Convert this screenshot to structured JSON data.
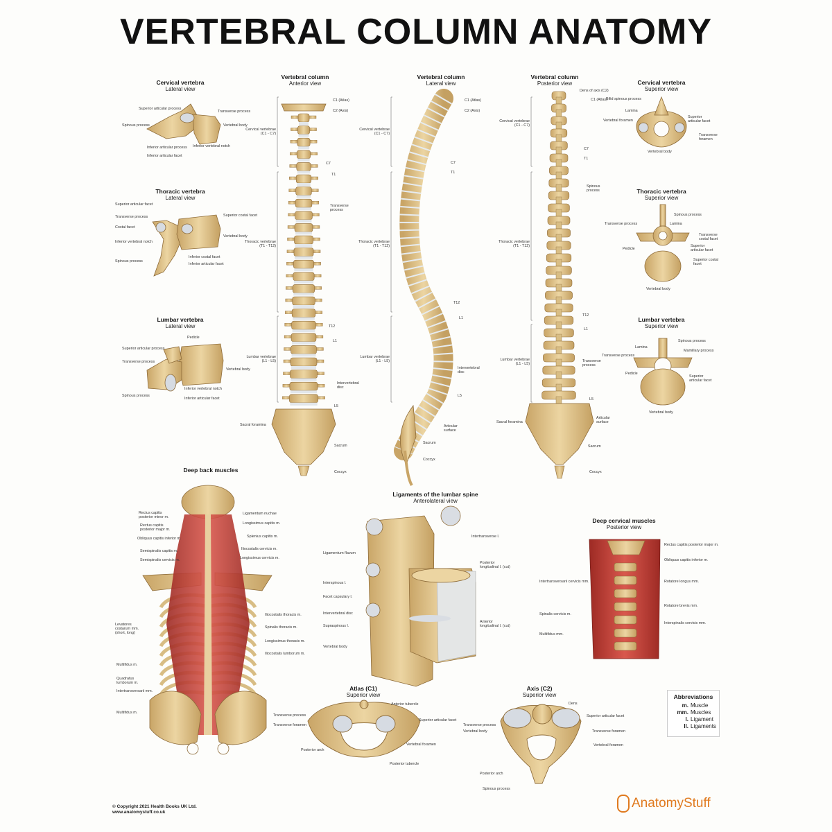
{
  "title": "VERTEBRAL COLUMN ANATOMY",
  "panels": {
    "cervical_lat": {
      "t": "Cervical vertebra",
      "s": "Lateral view"
    },
    "thoracic_lat": {
      "t": "Thoracic vertebra",
      "s": "Lateral view"
    },
    "lumbar_lat": {
      "t": "Lumbar vertebra",
      "s": "Lateral view"
    },
    "col_ant": {
      "t": "Vertebral column",
      "s": "Anterior view"
    },
    "col_lat": {
      "t": "Vertebral column",
      "s": "Lateral view"
    },
    "col_post": {
      "t": "Vertebral column",
      "s": "Posterior view"
    },
    "cervical_sup": {
      "t": "Cervical vertebra",
      "s": "Superior view"
    },
    "thoracic_sup": {
      "t": "Thoracic vertebra",
      "s": "Superior view"
    },
    "lumbar_sup": {
      "t": "Lumbar vertebra",
      "s": "Superior view"
    },
    "deep_back": {
      "t": "Deep back muscles",
      "s": ""
    },
    "ligaments": {
      "t": "Ligaments of the lumbar spine",
      "s": "Anterolateral view"
    },
    "deep_cervical": {
      "t": "Deep cervical muscles",
      "s": "Posterior view"
    },
    "atlas": {
      "t": "Atlas (C1)",
      "s": "Superior view"
    },
    "axis": {
      "t": "Axis (C2)",
      "s": "Superior view"
    }
  },
  "labels": {
    "cl": [
      "Superior articular process",
      "Transverse process",
      "Spinous process",
      "Vertebral body",
      "Inferior vertebral notch",
      "Inferior articular process",
      "Inferior articular facet"
    ],
    "tl": [
      "Superior articular facet",
      "Superior costal facet",
      "Transverse process",
      "Costal facet",
      "Vertebral body",
      "Inferior vertebral notch",
      "Inferior costal facet",
      "Spinous process",
      "Inferior articular facet"
    ],
    "ll": [
      "Pedicle",
      "Superior articular process",
      "Transverse process",
      "Vertebral body",
      "Inferior vertebral notch",
      "Spinous process",
      "Inferior articular facet"
    ],
    "ca": [
      "C1 (Atlas)",
      "C2 (Axis)",
      "Cervical vertebrae (C1 - C7)",
      "C7",
      "T1",
      "Transverse process",
      "Thoracic vertebrae (T1 - T12)",
      "T12",
      "L1",
      "Lumbar vertebrae (L1 - L5)",
      "Intervertebral disc",
      "L5",
      "Sacral foramina",
      "Sacrum",
      "Coccyx"
    ],
    "cla": [
      "C1 (Atlas)",
      "C2 (Axis)",
      "Cervical vertebrae (C1 - C7)",
      "C7",
      "T1",
      "Thoracic vertebrae (T1 - T12)",
      "T12",
      "L1",
      "Lumbar vertebrae (L1 - L5)",
      "Intervertebral disc",
      "L5",
      "Articular surface",
      "Sacrum",
      "Coccyx"
    ],
    "cp": [
      "Dens of axis (C2)",
      "C1 (Atlas)",
      "Cervical vertebrae (C1 - C7)",
      "C7",
      "T1",
      "Spinous process",
      "Thoracic vertebrae (T1 - T12)",
      "T12",
      "L1",
      "Lumbar vertebrae (L1 - L5)",
      "Transverse process",
      "L5",
      "Sacral foramina",
      "Articular surface",
      "Sacrum",
      "Coccyx"
    ],
    "cs": [
      "Bifid spinous process",
      "Lamina",
      "Superior articular facet",
      "Vertebral foramen",
      "Transverse foramen",
      "Vertebral body"
    ],
    "ts": [
      "Spinous process",
      "Transverse process",
      "Lamina",
      "Transverse costal facet",
      "Pedicle",
      "Superior articular facet",
      "Superior costal facet",
      "Vertebral body"
    ],
    "ls": [
      "Spinous process",
      "Lamina",
      "Mamillary process",
      "Transverse process",
      "Pedicle",
      "Superior articular facet",
      "Vertebral body"
    ],
    "db": [
      "Rectus capitis posterior minor m.",
      "Ligamentum nuchae",
      "Rectus capitis posterior major m.",
      "Longissimus capitis m.",
      "Obliquus capitis inferior m.",
      "Splenius capitis m.",
      "Semispinalis capitis m.",
      "Iliocostalis cervicis m.",
      "Semispinalis cervicis m.",
      "Longissimus cervicis m.",
      "Iliocostalis thoracis m.",
      "Levatores costarum mm. (short, long)",
      "Spinalis thoracis m.",
      "Longissimus thoracis m.",
      "Iliocostalis lumborum m.",
      "Multifidus m.",
      "Quadratus lumborum m.",
      "Intertransversarii mm.",
      "Multifidus m."
    ],
    "lg": [
      "Intertransverse l.",
      "Ligamentum flavum",
      "Posterior longitudinal l. (cut)",
      "Interspinous l.",
      "Facet capsulary l.",
      "Intervertebral disc",
      "Anterior longitudinal l. (cut)",
      "Supraspinous l.",
      "Vertebral body"
    ],
    "dc": [
      "Rectus capitis posterior major m.",
      "Obliquus capitis inferior m.",
      "Intertransversarii cervicis mm.",
      "Rotatore longus mm.",
      "Rotatore brevis mm.",
      "Spinalis cervicis m.",
      "Interspinalis cervicis mm.",
      "Multifidus mm."
    ],
    "at": [
      "Anterior tubercle",
      "Transverse process",
      "Superior articular facet",
      "Transverse foramen",
      "Vertebral foramen",
      "Posterior arch",
      "Posterior tubercle"
    ],
    "ax": [
      "Dens",
      "Superior articular facet",
      "Transverse process",
      "Transverse foramen",
      "Vertebral body",
      "Vertebral foramen",
      "Posterior arch",
      "Spinous process"
    ]
  },
  "abbreviations": {
    "heading": "Abbreviations",
    "items": [
      {
        "k": "m.",
        "v": "Muscle"
      },
      {
        "k": "mm.",
        "v": "Muscles"
      },
      {
        "k": "l.",
        "v": "Ligament"
      },
      {
        "k": "ll.",
        "v": "Ligaments"
      }
    ]
  },
  "footer": {
    "copyright": "© Copyright 2021 Health Books UK Ltd.",
    "website": "www.anatomystuff.co.uk",
    "brand": "AnatomyStuff"
  },
  "colors": {
    "bone": "#e3c88e",
    "bone_dark": "#b8955a",
    "muscle": "#c43b32",
    "disc": "#d9dde3",
    "brand": "#e07a1f"
  }
}
